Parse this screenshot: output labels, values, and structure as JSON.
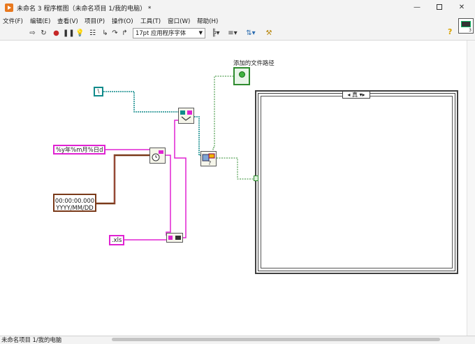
{
  "window": {
    "title": "未命名 3 程序框图（未命名项目 1/我的电脑） *",
    "min_label": "—",
    "close_label": "✕"
  },
  "menu": [
    {
      "label": "文件(F)"
    },
    {
      "label": "编辑(E)"
    },
    {
      "label": "查看(V)"
    },
    {
      "label": "项目(P)"
    },
    {
      "label": "操作(O)"
    },
    {
      "label": "工具(T)"
    },
    {
      "label": "窗口(W)"
    },
    {
      "label": "帮助(H)"
    }
  ],
  "toolbar": {
    "font_select": "17pt 应用程序字体",
    "context_help": "?",
    "vi_icon_number": "3"
  },
  "diagram": {
    "const_separator": "\\",
    "const_format": "%y年%m月%日d",
    "const_timestamp_line1": "00:00:00.000",
    "const_timestamp_line2": "YYYY/MM/DD",
    "const_extension": ".xls",
    "indicator_label": "添加的文件路径",
    "case_selector": "真"
  },
  "statusbar": {
    "text": "未命名项目 1/我的电脑"
  },
  "colors": {
    "path_wire": "#118b8b",
    "string_wire": "#e022d2",
    "timestamp_wire": "#7a3a1a",
    "bool_wire": "#2e8b2e"
  }
}
